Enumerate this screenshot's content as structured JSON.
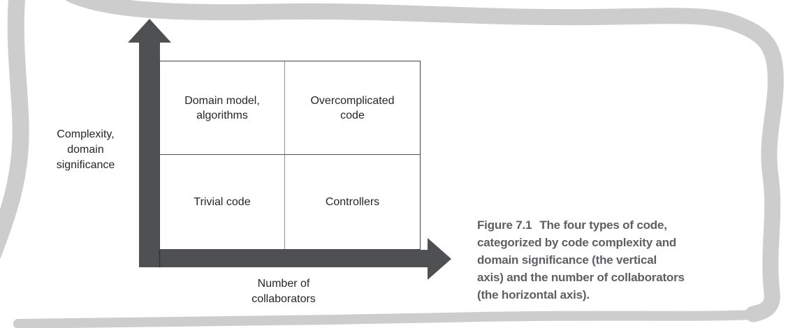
{
  "figure": {
    "caption": {
      "label": "Figure 7.1",
      "text": "The four types of code,\ncategorized by code complexity and\ndomain significance (the vertical\naxis) and the number of collaborators\n(the horizontal axis)."
    }
  },
  "axes": {
    "y_label": "Complexity,\ndomain\nsignificance",
    "x_label": "Number of\ncollaborators"
  },
  "quadrants": {
    "top_left": "Domain model,\nalgorithms",
    "top_right": "Overcomplicated\ncode",
    "bottom_left": "Trivial code",
    "bottom_right": "Controllers"
  },
  "colors": {
    "axis_arrow": "#4f5052",
    "grid_outer_border": "#454547",
    "grid_inner_vertical_divider": "#8e8e8e",
    "grid_inner_horizontal_divider": "#4f4f4f",
    "sketch_border": "#cdcdcd",
    "caption_text": "#5e5f62",
    "diagram_text": "#262626",
    "background": "#ffffff"
  }
}
